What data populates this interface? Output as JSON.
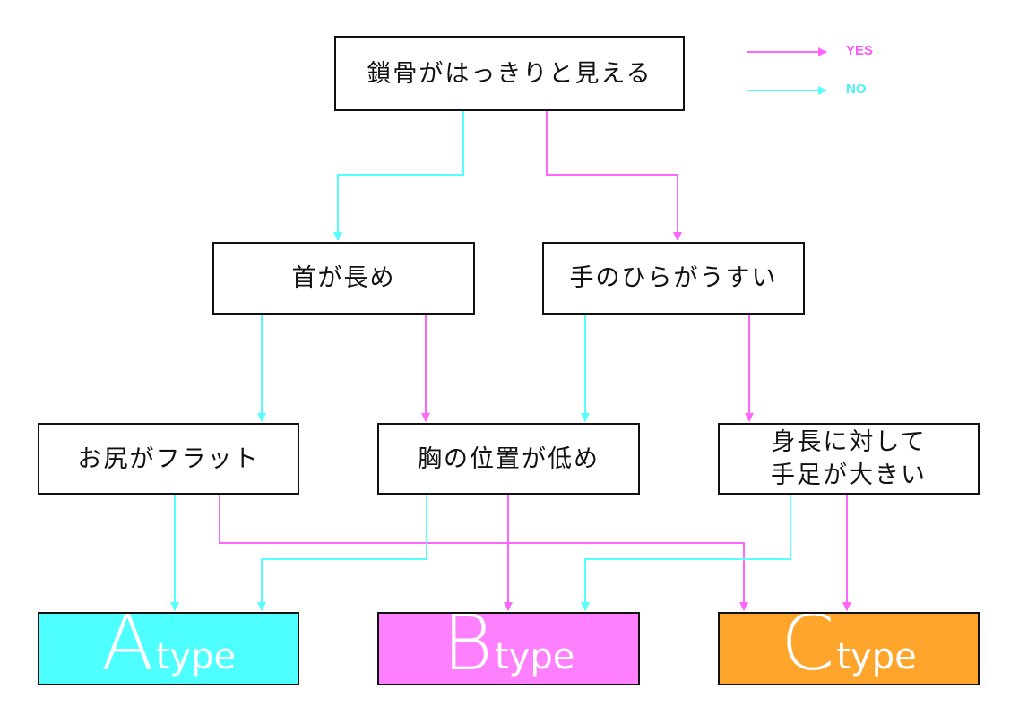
{
  "colors": {
    "yes": "#ff66ff",
    "no": "#55ffff",
    "type_a": "#4dffff",
    "type_b": "#ff80ff",
    "type_c": "#ffa52c",
    "border": "#111111"
  },
  "legend": {
    "yes_label": "YES",
    "no_label": "NO"
  },
  "questions": {
    "q_collarbone": "鎖骨がはっきりと見える",
    "q_long_neck": "首が長め",
    "q_thin_palm": "手のひらがうすい",
    "q_flat_hips": "お尻がフラット",
    "q_low_chest": "胸の位置が低め",
    "q_big_limbs": "身長に対して\n手足が大きい"
  },
  "results": {
    "type_a": {
      "letter": "A",
      "word": "type"
    },
    "type_b": {
      "letter": "B",
      "word": "type"
    },
    "type_c": {
      "letter": "C",
      "word": "type"
    }
  },
  "edges": [
    {
      "from": "q_collarbone",
      "to": "q_long_neck",
      "answer": "NO"
    },
    {
      "from": "q_collarbone",
      "to": "q_thin_palm",
      "answer": "YES"
    },
    {
      "from": "q_long_neck",
      "to": "q_flat_hips",
      "answer": "NO"
    },
    {
      "from": "q_long_neck",
      "to": "q_low_chest",
      "answer": "YES"
    },
    {
      "from": "q_thin_palm",
      "to": "q_low_chest",
      "answer": "NO"
    },
    {
      "from": "q_thin_palm",
      "to": "q_big_limbs",
      "answer": "YES"
    },
    {
      "from": "q_flat_hips",
      "to": "type_a",
      "answer": "NO"
    },
    {
      "from": "q_flat_hips",
      "to": "type_c",
      "answer": "YES"
    },
    {
      "from": "q_low_chest",
      "to": "type_a",
      "answer": "NO"
    },
    {
      "from": "q_low_chest",
      "to": "type_b",
      "answer": "YES"
    },
    {
      "from": "q_big_limbs",
      "to": "type_b",
      "answer": "NO"
    },
    {
      "from": "q_big_limbs",
      "to": "type_c",
      "answer": "YES"
    }
  ]
}
